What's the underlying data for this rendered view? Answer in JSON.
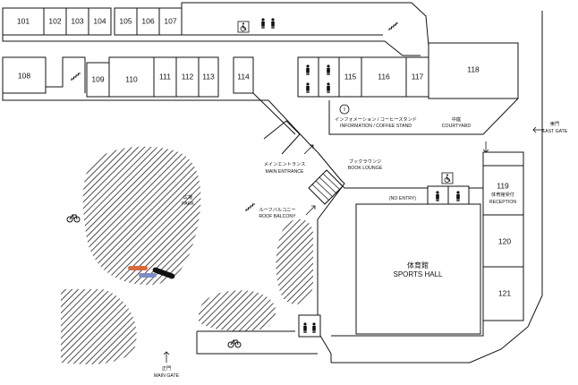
{
  "rooms": {
    "r101": "101",
    "r102": "102",
    "r103": "103",
    "r104": "104",
    "r105": "105",
    "r106": "106",
    "r107": "107",
    "r108": "108",
    "r109": "109",
    "r110": "110",
    "r111": "111",
    "r112": "112",
    "r113": "113",
    "r114": "114",
    "r115": "115",
    "r116": "116",
    "r117": "117",
    "r118": "118",
    "r119": "119",
    "r120": "120",
    "r121": "121"
  },
  "labels": {
    "east_gate_jp": "東門",
    "east_gate_en": "EAST GATE",
    "info_jp": "インフォメーション / コーヒースタンド",
    "info_en": "INFORMATION / COFFEE STAND",
    "courtyard_jp": "中庭",
    "courtyard_en": "COURTYARD",
    "main_entrance_jp": "メインエントランス",
    "main_entrance_en": "MAIN ENTRANCE",
    "book_lounge_jp": "ブックラウンジ",
    "book_lounge_en": "BOOK LOUNGE",
    "park_jp": "広場",
    "park_en": "PARK",
    "roof_balcony_jp": "ルーフバルコニー",
    "roof_balcony_en": "ROOF BALCONY",
    "no_entry": "(NO ENTRY)",
    "reception_jp": "体育館受付",
    "reception_en": "RECEPTION",
    "sports_hall_jp": "体育館",
    "sports_hall_en": "SPORTS HALL",
    "main_gate_jp": "正門",
    "main_gate_en": "MAIN GATE",
    "info_symbol": "i"
  },
  "icons": [
    "wheelchair-icon",
    "restroom-icon",
    "stairs-icon",
    "bicycle-icon",
    "arrow-icon",
    "info-icon"
  ]
}
